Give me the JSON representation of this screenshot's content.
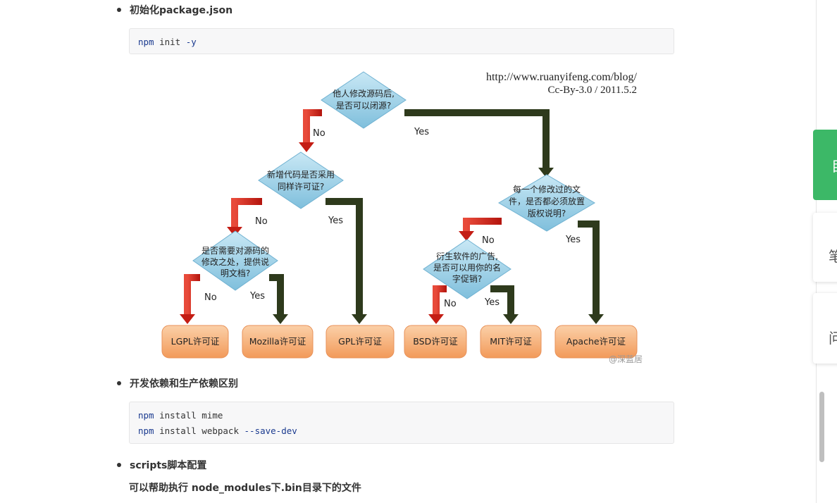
{
  "sections": [
    {
      "bullet": "初始化package.json"
    },
    {
      "bullet": "开发依赖和生产依赖区别"
    },
    {
      "bullet": "scripts脚本配置",
      "paragraph": "可以帮助执行 node_modules下.bin目录下的文件"
    }
  ],
  "code_blocks": [
    {
      "lines": [
        {
          "cmd": "npm",
          "rest": " init ",
          "flag": "-y"
        }
      ]
    },
    {
      "lines": [
        {
          "cmd": "npm",
          "rest": " install mime",
          "flag": ""
        },
        {
          "cmd": "npm",
          "rest": " install webpack ",
          "flag": "--save-dev"
        }
      ]
    }
  ],
  "diagram": {
    "source_url": "http://www.ruanyifeng.com/blog/",
    "license_note": "Cc-By-3.0 / 2011.5.2",
    "watermark": "@深蓝居",
    "nodes": {
      "q1_l1": "他人修改源码后,",
      "q1_l2": "是否可以闭源?",
      "q2_l1": "新增代码是否采用",
      "q2_l2": "同样许可证?",
      "q3_l1": "是否需要对源码的",
      "q3_l2": "修改之处，提供说",
      "q3_l3": "明文档?",
      "q4_l1": "每一个修改过的文",
      "q4_l2": "件，是否都必须放置",
      "q4_l3": "版权说明?",
      "q5_l1": "衍生软件的广告,",
      "q5_l2": "是否可以用你的名",
      "q5_l3": "字促销?"
    },
    "answers": {
      "yes": "Yes",
      "no": "No"
    },
    "licenses": {
      "lgpl": "LGPL许可证",
      "mozilla": "Mozilla许可证",
      "gpl": "GPL许可证",
      "bsd": "BSD许可证",
      "mit": "MIT许可证",
      "apache": "Apache许可证"
    }
  },
  "side_panel": {
    "green_tab": "目",
    "card1": "笔",
    "card2": "问"
  },
  "colors": {
    "diamond": "#9fd0e6",
    "license_box": "#f6b27a",
    "arrow_no": "#d32a22",
    "arrow_yes": "#2e3a1c",
    "green_tab": "#3cb867"
  }
}
